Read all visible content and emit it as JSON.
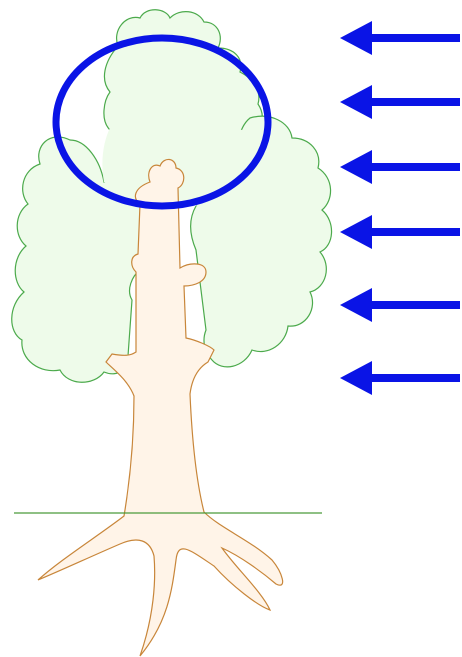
{
  "colors": {
    "background": "#ffffff",
    "foliage_fill": "#eefbea",
    "foliage_stroke": "#4caa4c",
    "trunk_fill": "#fff4e8",
    "trunk_stroke": "#c8863a",
    "ground_line": "#4a9a3a",
    "highlight": "#0a14e6",
    "arrow": "#0a14e6"
  },
  "arrows": {
    "count": 6,
    "direction": "left"
  },
  "highlight": {
    "shape": "ellipse",
    "target": "crown-top"
  }
}
